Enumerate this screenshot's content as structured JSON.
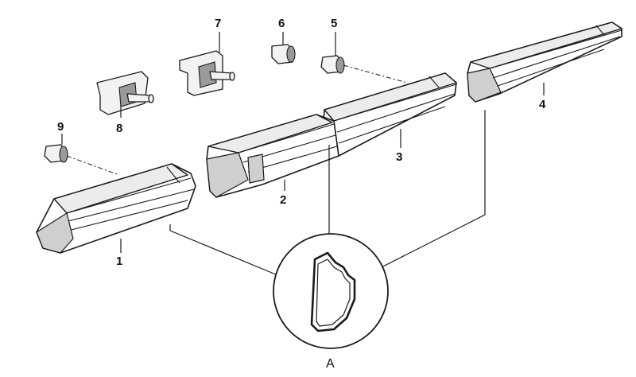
{
  "callouts": {
    "p1": "1",
    "p2": "2",
    "p3": "3",
    "p4": "4",
    "p5": "5",
    "p6": "6",
    "p7": "7",
    "p8": "8",
    "p9": "9"
  },
  "detail": {
    "label": "A"
  }
}
